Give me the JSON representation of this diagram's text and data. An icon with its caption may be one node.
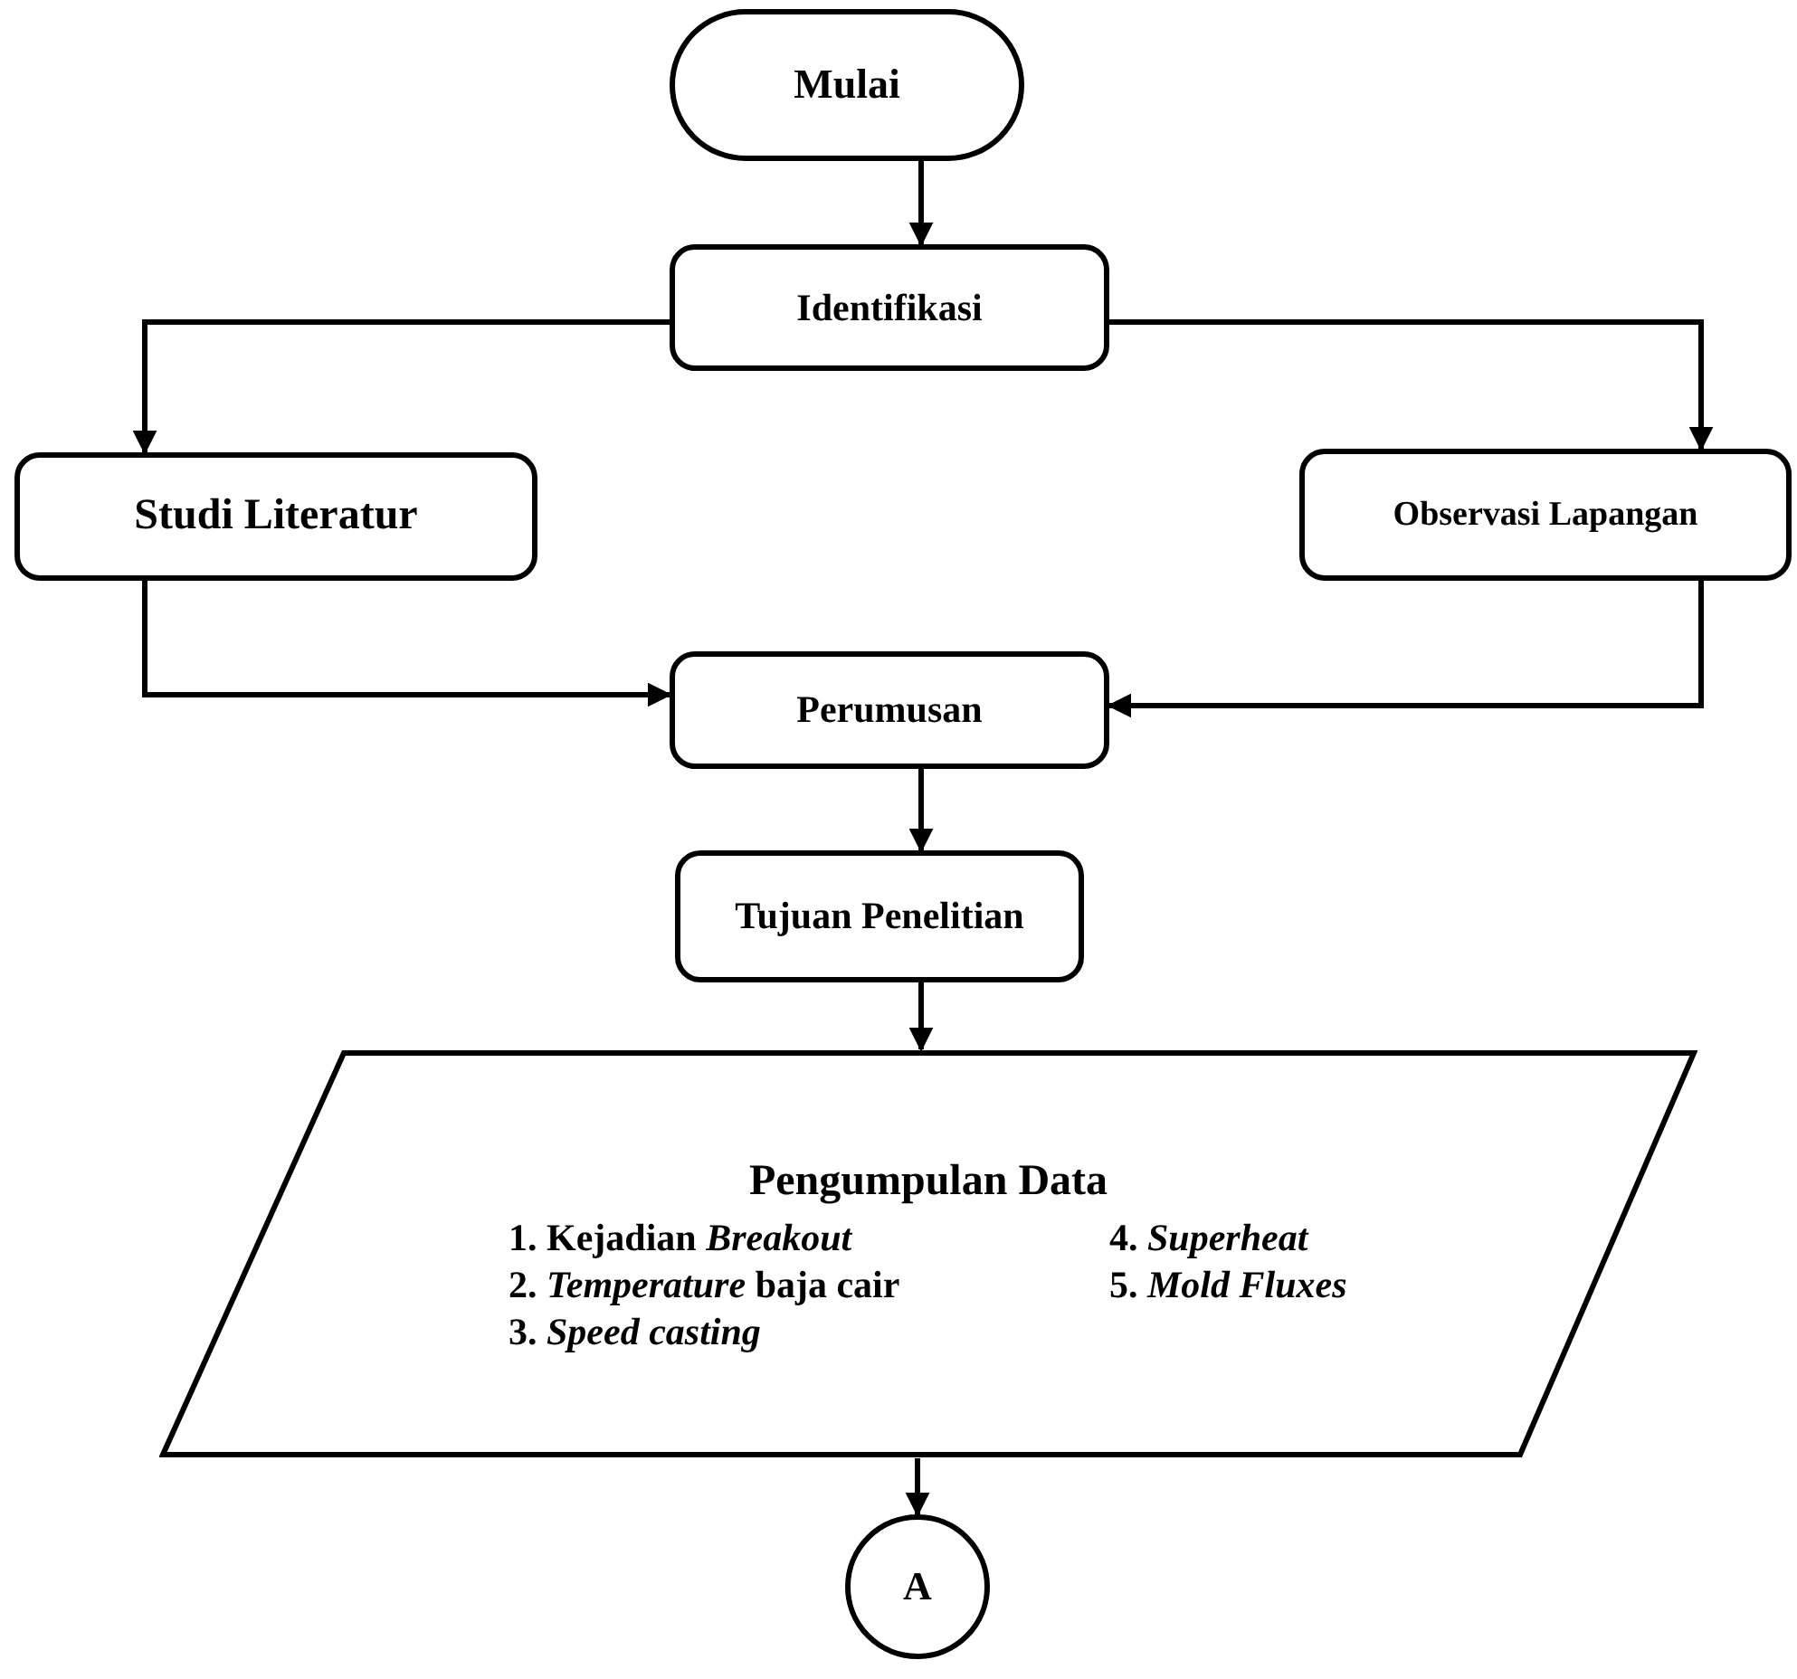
{
  "diagram": {
    "nodes": [
      {
        "text": [
          "Mulai"
        ]
      },
      {
        "text": [
          "Identifikasi"
        ]
      },
      {
        "text": [
          "Studi Literatur"
        ]
      },
      {
        "text": [
          "Observasi Lapangan"
        ]
      },
      {
        "text": [
          "Perumusan"
        ]
      },
      {
        "text": [
          "Tujuan Penelitian"
        ]
      },
      {
        "text": [
          "Pengumpulan Data",
          "1. Kejadian *Breakout*",
          "2. *Temperature* baja cair",
          "3. *Speed casting*",
          "4. *Superheat*",
          "5. *Mold Fluxes*"
        ]
      },
      {
        "text": [
          "A"
        ]
      }
    ],
    "edges": [
      {
        "from": 0,
        "to": 1,
        "arrow": "to"
      },
      {
        "from": 1,
        "to": 2,
        "arrow": "to"
      },
      {
        "from": 1,
        "to": 3,
        "arrow": "to"
      },
      {
        "from": 2,
        "to": 4,
        "arrow": "to"
      },
      {
        "from": 3,
        "to": 4,
        "arrow": "to"
      },
      {
        "from": 4,
        "to": 5,
        "arrow": "to"
      },
      {
        "from": 5,
        "to": 6,
        "arrow": "to"
      },
      {
        "from": 6,
        "to": 7,
        "arrow": "to"
      }
    ]
  }
}
